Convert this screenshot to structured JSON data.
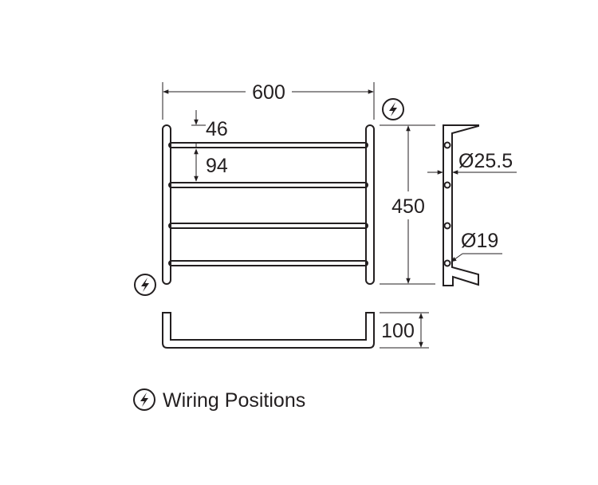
{
  "dimensions": {
    "width": "600",
    "top_rail_offset": "46",
    "rail_spacing": "94",
    "height": "450",
    "bracket_diameter": "Ø25.5",
    "rail_diameter": "Ø19",
    "depth": "100"
  },
  "legend": {
    "icon": "lightning-bolt-icon",
    "label": "Wiring Positions"
  },
  "colors": {
    "line": "#231f20",
    "background": "#ffffff"
  }
}
